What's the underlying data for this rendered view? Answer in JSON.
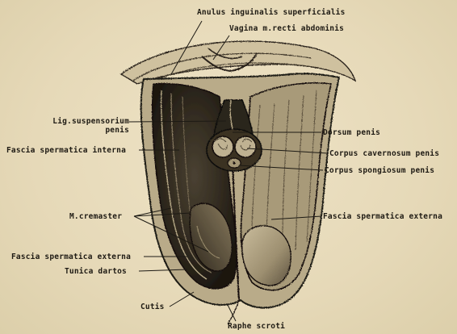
{
  "labels": {
    "anulus_inguinalis": "Anulus inguinalis superficialis",
    "vagina_recti": "Vagina m.recti abdominis",
    "lig_suspensorium_1": "Lig.suspensorium",
    "lig_suspensorium_2": "penis",
    "fascia_interna": "Fascia spermatica interna",
    "dorsum_penis": "Dorsum penis",
    "corpus_cavernosum": "Corpus cavernosum penis",
    "corpus_spongiosum": "Corpus spongiosum penis",
    "m_cremaster": "M.cremaster",
    "fascia_externa_right": "Fascia spermatica externa",
    "fascia_externa_left": "Fascia spermatica externa",
    "tunica_dartos": "Tunica dartos",
    "cutis": "Cutis",
    "raphe_scroti": "Raphe scroti"
  },
  "colors": {
    "paper": "#e8dcbd",
    "ink": "#1d1a14",
    "shade_dark": "#2b251b",
    "shade_mid": "#6b5f49",
    "shade_light": "#a99a7b"
  }
}
